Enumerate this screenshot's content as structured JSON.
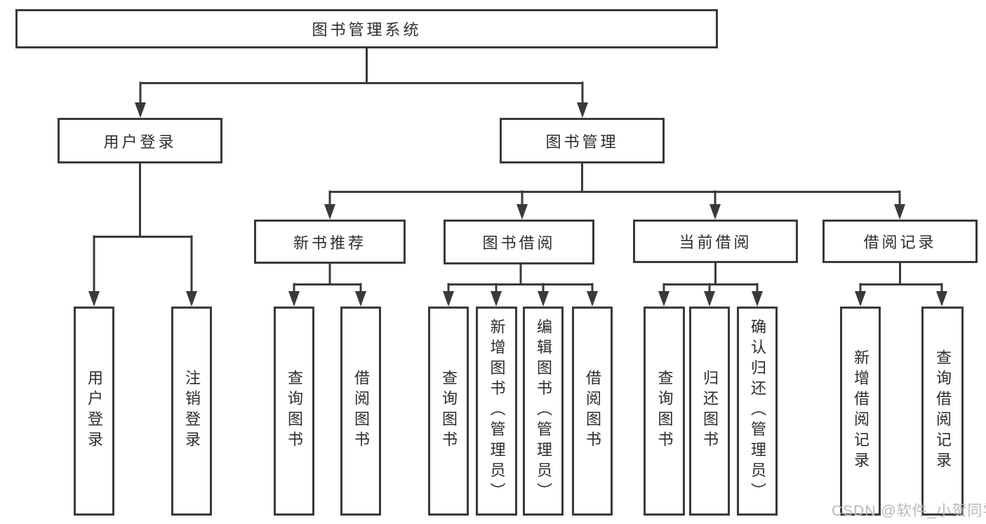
{
  "diagram": {
    "root": {
      "label": "图书管理系统"
    },
    "level2": [
      {
        "label": "用户登录"
      },
      {
        "label": "图书管理"
      }
    ],
    "level3": [
      {
        "label": "新书推荐"
      },
      {
        "label": "图书借阅"
      },
      {
        "label": "当前借阅"
      },
      {
        "label": "借阅记录"
      }
    ],
    "leaves": [
      {
        "label": "用户登录"
      },
      {
        "label": "注销登录"
      },
      {
        "label": "查询图书"
      },
      {
        "label": "借阅图书"
      },
      {
        "label": "查询图书"
      },
      {
        "label": "新增图书（管理员）"
      },
      {
        "label": "编辑图书（管理员）"
      },
      {
        "label": "借阅图书"
      },
      {
        "label": "查询图书"
      },
      {
        "label": "归还图书"
      },
      {
        "label": "确认归还（管理员）"
      },
      {
        "label": "新增借阅记录"
      },
      {
        "label": "查询借阅记录"
      }
    ]
  },
  "watermark": {
    "text": "CSDN @软件_小贺同学"
  },
  "colors": {
    "line": "#3a3a3a",
    "text": "#2d2d2d",
    "watermark": "#b9b9b9",
    "background": "#ffffff"
  }
}
